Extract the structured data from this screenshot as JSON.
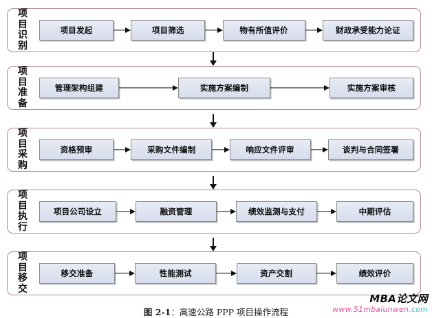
{
  "figure": {
    "caption_prefix": "图 2-1",
    "caption_sep": "：",
    "caption_text": "高速公路 PPP 项目操作流程",
    "border_color": "#b08a8e",
    "box_fill": "#dde3ef",
    "box_border": "#8a8a8a",
    "arrow_color": "#111111"
  },
  "watermark": {
    "title": "MBA论文网",
    "url_main": "www.51mbalunwen",
    "url_tld": ".com",
    "url_full": "www.51mbalunwen.com",
    "title_color": "#0d0d0d",
    "url_color": "#e0509a"
  },
  "sections": [
    {
      "label": "项目识别",
      "label_chars": [
        "项",
        "目",
        "识",
        "别"
      ],
      "steps": [
        {
          "text": "项目发起",
          "width": 108
        },
        {
          "text": "项目筛选",
          "width": 108
        },
        {
          "text": "物有所值评价",
          "width": 120
        },
        {
          "text": "财政承受能力论证",
          "width": 132
        }
      ]
    },
    {
      "label": "项目准备",
      "label_chars": [
        "项",
        "目",
        "准",
        "备"
      ],
      "steps": [
        {
          "text": "管理架构组建",
          "width": 116
        },
        {
          "text": "实施方案编制",
          "width": 134
        },
        {
          "text": "实施方案审核",
          "width": 122
        }
      ]
    },
    {
      "label": "项目采购",
      "label_chars": [
        "项",
        "目",
        "采",
        "购"
      ],
      "steps": [
        {
          "text": "资格预审",
          "width": 108
        },
        {
          "text": "采购文件编制",
          "width": 118
        },
        {
          "text": "响应文件评审",
          "width": 118
        },
        {
          "text": "谈判与合同签署",
          "width": 124
        }
      ]
    },
    {
      "label": "项目执行",
      "label_chars": [
        "项",
        "目",
        "执",
        "行"
      ],
      "steps": [
        {
          "text": "项目公司设立",
          "width": 112
        },
        {
          "text": "融资管理",
          "width": 118
        },
        {
          "text": "绩效监测与支付",
          "width": 118
        },
        {
          "text": "中期评估",
          "width": 112
        }
      ]
    },
    {
      "label": "项目移交",
      "label_chars": [
        "项",
        "目",
        "移",
        "交"
      ],
      "steps": [
        {
          "text": "移交准备",
          "width": 110
        },
        {
          "text": "性能测试",
          "width": 118
        },
        {
          "text": "资产交割",
          "width": 116
        },
        {
          "text": "绩效评价",
          "width": 112
        }
      ]
    }
  ],
  "layout": {
    "section_tops": [
      12,
      96,
      186,
      276,
      366
    ],
    "section_height": 64,
    "connector_tops": [
      76,
      166,
      256,
      346
    ],
    "connector_height": 20
  }
}
